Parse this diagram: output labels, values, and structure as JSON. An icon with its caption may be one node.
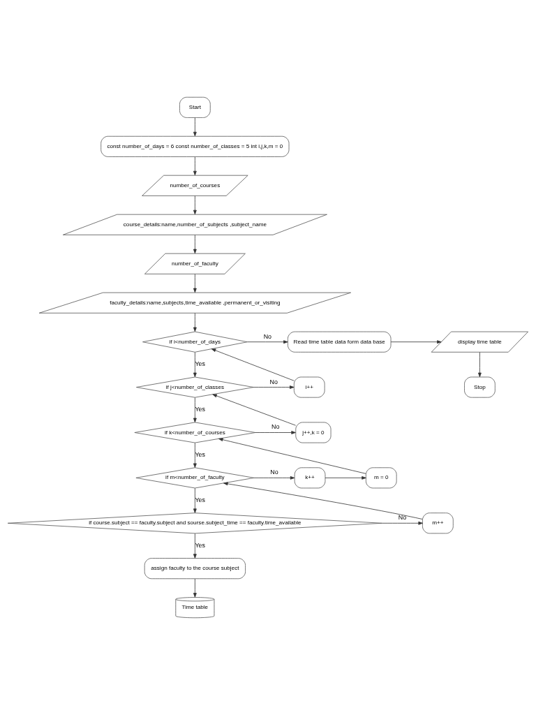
{
  "diagram": {
    "nodes": [
      {
        "text": [
          "Start"
        ]
      },
      {
        "text": [
          "const number_of_days = 6 const number_of_classes = 5 int i,j,k,m = 0"
        ]
      },
      {
        "text": [
          "number_of_courses"
        ]
      },
      {
        "text": [
          "course_details:name,number_of_subjects ,subject_name"
        ]
      },
      {
        "text": [
          "number_of_faculty"
        ]
      },
      {
        "text": [
          "faculty_details:name,subjects,time_available ,permanent_or_visiting"
        ]
      },
      {
        "text": [
          "if i<number_of_days"
        ]
      },
      {
        "text": [
          "Read time table data form data base"
        ]
      },
      {
        "text": [
          "display time table"
        ]
      },
      {
        "text": [
          "Stop"
        ]
      },
      {
        "text": [
          "if j<number_of_classes"
        ]
      },
      {
        "text": [
          "i++"
        ]
      },
      {
        "text": [
          "if k<number_of_courses"
        ]
      },
      {
        "text": [
          "j++,k = 0"
        ]
      },
      {
        "text": [
          "if m<number_of_faculty"
        ]
      },
      {
        "text": [
          "k++"
        ]
      },
      {
        "text": [
          "m = 0"
        ]
      },
      {
        "text": [
          "if course.subject == faculty.subject and sourse.subject_time == faculty.time_available"
        ]
      },
      {
        "text": [
          "m++"
        ]
      },
      {
        "text": [
          "assign faculty to the course subject"
        ]
      },
      {
        "text": [
          "Time table"
        ]
      }
    ],
    "edges": [
      {
        "from": 0,
        "to": 1,
        "arrow": "to"
      },
      {
        "from": 1,
        "to": 2,
        "arrow": "to"
      },
      {
        "from": 2,
        "to": 3,
        "arrow": "to"
      },
      {
        "from": 3,
        "to": 4,
        "arrow": "to"
      },
      {
        "from": 4,
        "to": 5,
        "arrow": "to"
      },
      {
        "from": 5,
        "to": 6,
        "arrow": "to"
      },
      {
        "from": 6,
        "to": 7,
        "arrow": "to",
        "label": "No"
      },
      {
        "from": 7,
        "to": 8,
        "arrow": "to"
      },
      {
        "from": 8,
        "to": 9,
        "arrow": "to"
      },
      {
        "from": 6,
        "to": 10,
        "arrow": "to",
        "label": "Yes"
      },
      {
        "from": 10,
        "to": 11,
        "arrow": "to",
        "label": "No"
      },
      {
        "from": 10,
        "to": 12,
        "arrow": "to",
        "label": "Yes"
      },
      {
        "from": 12,
        "to": 13,
        "arrow": "to",
        "label": "No"
      },
      {
        "from": 12,
        "to": 14,
        "arrow": "to",
        "label": "Yes"
      },
      {
        "from": 14,
        "to": 15,
        "arrow": "to",
        "label": "No"
      },
      {
        "from": 15,
        "to": 16,
        "arrow": "to"
      },
      {
        "from": 14,
        "to": 17,
        "arrow": "to",
        "label": "Yes"
      },
      {
        "from": 17,
        "to": 18,
        "arrow": "to",
        "label": "No"
      },
      {
        "from": 17,
        "to": 19,
        "arrow": "to",
        "label": "Yes"
      },
      {
        "from": 19,
        "to": 20,
        "arrow": "to"
      },
      {
        "from": 18,
        "to": 14,
        "arrow": "to"
      },
      {
        "from": 16,
        "to": 12,
        "arrow": "to"
      },
      {
        "from": 13,
        "to": 10,
        "arrow": "to"
      },
      {
        "from": 11,
        "to": 6,
        "arrow": "to"
      }
    ]
  }
}
